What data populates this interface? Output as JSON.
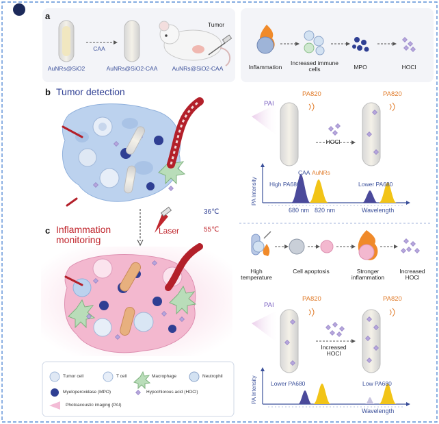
{
  "panel_a": {
    "label": "a",
    "labels": [
      "AuNRs@SiO2",
      "CAA",
      "AuNRs@SiO2-CAA",
      "AuNRs@SiO2-CAA",
      "Tumor"
    ],
    "inflammation_steps": [
      "Inflammation",
      "Increased immune cells",
      "MPO",
      "HOCl"
    ]
  },
  "panel_b": {
    "label": "b",
    "title": "Tumor detection",
    "pai": "PAI",
    "pa820_1": "PA820",
    "pa820_2": "PA820",
    "hocl": "HOCl",
    "caa": "CAA",
    "aunrs": "AuNRs",
    "high_pa680": "High PA680",
    "lower_pa680": "Lower PA680",
    "y_axis": "PA Intensity",
    "x_680": "680 nm",
    "x_820": "820 nm",
    "x_axis": "Wavelength"
  },
  "middle": {
    "temp_36": "36℃",
    "temp_55": "55℃",
    "laser": "Laser"
  },
  "panel_c": {
    "label": "c",
    "title_line1": "Inflammation",
    "title_line2": "monitoring",
    "steps": [
      "High temperature",
      "Cell apoptosis",
      "Stronger inflammation",
      "Increased HOCl"
    ],
    "pai": "PAI",
    "pa820_1": "PA820",
    "pa820_2": "PA820",
    "increased_hocl": "Increased HOCl",
    "lower_pa680": "Lower PA680",
    "low_pa680": "Low PA680",
    "y_axis": "PA Intensity",
    "x_axis": "Wavelength"
  },
  "legend": {
    "tumor_cell": "Tumor cell",
    "t_cell": "T cell",
    "macrophage": "Macrophage",
    "neutrophil": "Neutrophil",
    "mpo": "Myeloperoxidase (MPO)",
    "hocl": "Hypochlorous acid (HOCl)",
    "pai": "Photoacoustic imaging (PAI)"
  },
  "colors": {
    "frame": "#5b8fd6",
    "rod_blue": "#2f3f93",
    "peak_purple": "#4b4a9b",
    "peak_yellow": "#f2c417",
    "tumor_blue": "#bcd2ee",
    "tumor_pink": "#f3b8cf",
    "vessel_red": "#b3202a",
    "pa_orange": "#e07b2a"
  }
}
